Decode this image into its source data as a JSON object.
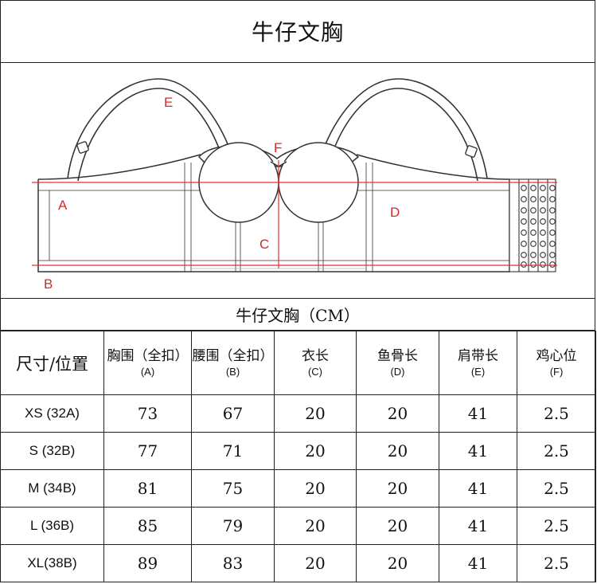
{
  "title": "牛仔文胸",
  "diagram": {
    "labels": {
      "A": "A",
      "B": "B",
      "C": "C",
      "D": "D",
      "E": "E",
      "F": "F"
    },
    "colors": {
      "measure_line": "#e03030",
      "label": "#d62a2a",
      "outline": "#333333"
    }
  },
  "table_title": "牛仔文胸（CM）",
  "table": {
    "headers": [
      {
        "main": "尺寸/位置",
        "sub": ""
      },
      {
        "main": "胸围（全扣）",
        "sub": "(A)"
      },
      {
        "main": "腰围（全扣）",
        "sub": "(B)"
      },
      {
        "main": "衣长",
        "sub": "(C)"
      },
      {
        "main": "鱼骨长",
        "sub": "(D)"
      },
      {
        "main": "肩带长",
        "sub": "(E)"
      },
      {
        "main": "鸡心位",
        "sub": "(F)"
      }
    ],
    "rows": [
      [
        "XS (32A)",
        "73",
        "67",
        "20",
        "20",
        "41",
        "2.5"
      ],
      [
        "S (32B)",
        "77",
        "71",
        "20",
        "20",
        "41",
        "2.5"
      ],
      [
        "M (34B)",
        "81",
        "75",
        "20",
        "20",
        "41",
        "2.5"
      ],
      [
        "L (36B)",
        "85",
        "79",
        "20",
        "20",
        "41",
        "2.5"
      ],
      [
        "XL(38B)",
        "89",
        "83",
        "20",
        "20",
        "41",
        "2.5"
      ]
    ]
  }
}
